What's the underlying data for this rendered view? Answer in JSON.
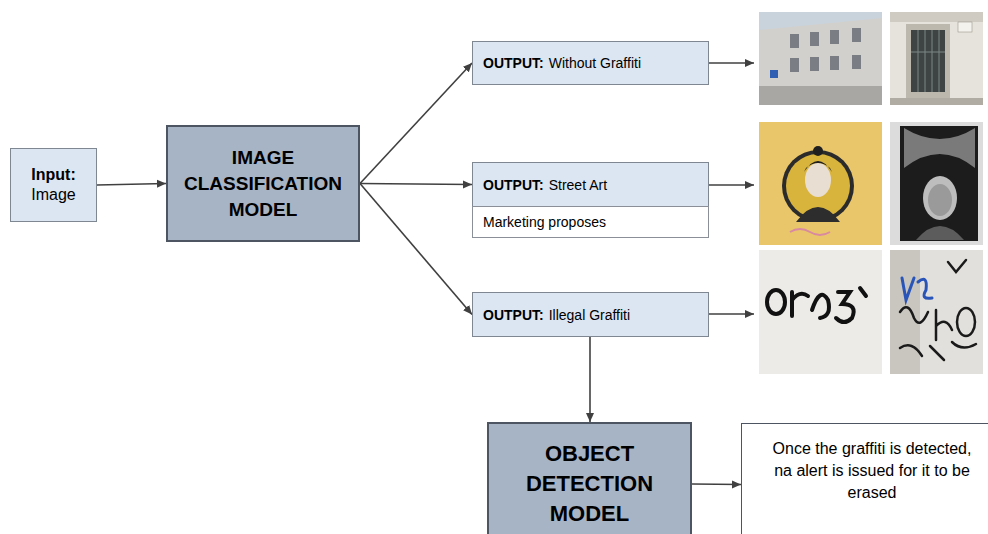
{
  "diagram": {
    "nodes": [
      {
        "text": [
          "Input:",
          "Image"
        ]
      },
      {
        "text": [
          "IMAGE CLASSIFICATION MODEL"
        ]
      },
      {
        "text": [
          "OUTPUT:",
          "Without Graffiti"
        ]
      },
      {
        "text": [
          "OUTPUT:",
          "Street Art"
        ]
      },
      {
        "text": [
          "Marketing proposes"
        ]
      },
      {
        "text": [
          "OUTPUT:",
          "Illegal Graffiti"
        ]
      },
      {
        "text": [
          "OBJECT DETECTION MODEL"
        ]
      },
      {
        "text": [
          "Once the graffiti is detected, na alert is issued for it to be erased"
        ]
      }
    ],
    "edges": [
      {
        "from": 0,
        "to": 1,
        "arrow": "to"
      },
      {
        "from": 1,
        "to": 2,
        "arrow": "to"
      },
      {
        "from": 1,
        "to": 3,
        "arrow": "to"
      },
      {
        "from": 1,
        "to": 5,
        "arrow": "to"
      },
      {
        "from": 5,
        "to": 6,
        "arrow": "to"
      },
      {
        "from": 6,
        "to": 7,
        "arrow": "to"
      }
    ]
  }
}
